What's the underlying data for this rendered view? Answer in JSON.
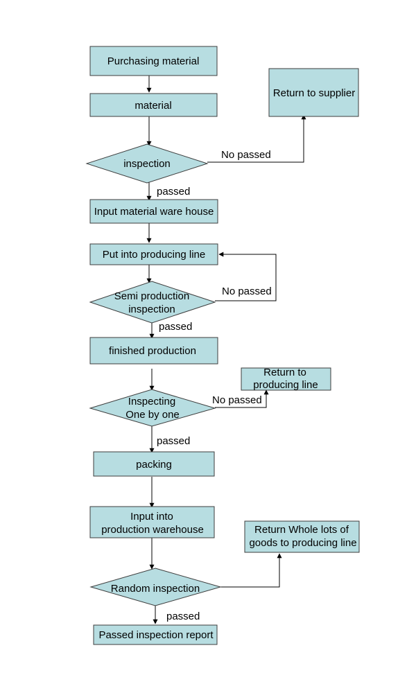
{
  "nodes": {
    "purchasing": "Purchasing material",
    "material": "material",
    "inspection": "inspection",
    "return_supplier": "Return to supplier",
    "input_material": "Input material ware house",
    "put_line": "Put into producing line",
    "semi_1": "Semi production",
    "semi_2": "inspection",
    "finished": "finished production",
    "return_line_1": "Return to",
    "return_line_2": "producing line",
    "insp_one_1": "Inspecting",
    "insp_one_2": "One by one",
    "packing": "packing",
    "input_prod_1": "Input into",
    "input_prod_2": "production warehouse",
    "return_whole_1": "Return Whole lots of",
    "return_whole_2": "goods to producing line",
    "random": "Random inspection",
    "report": "Passed inspection report"
  },
  "edge_labels": {
    "no_passed_1": "No passed",
    "passed_1": "passed",
    "no_passed_2": "No passed",
    "passed_2": "passed",
    "no_passed_3": "No passed",
    "passed_3": "passed",
    "passed_4": "passed"
  },
  "colors": {
    "node_fill": "#b7dde1",
    "node_stroke": "#3c3c3c",
    "edge": "#000000"
  }
}
